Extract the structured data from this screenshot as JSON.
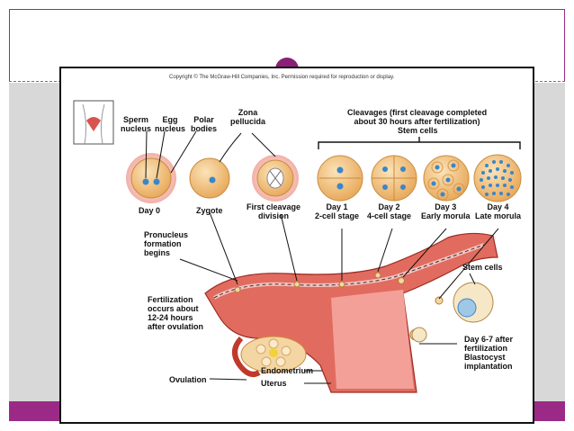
{
  "copyright": "Copyright © The McGraw-Hill Companies, Inc. Permission required for reproduction or display.",
  "labels": {
    "sperm_nucleus": [
      "Sperm",
      "nucleus"
    ],
    "egg_nucleus": [
      "Egg",
      "nucleus"
    ],
    "polar_bodies": [
      "Polar",
      "bodies"
    ],
    "zona_pellucida": [
      "Zona",
      "pellucida"
    ],
    "cleavages_header": [
      "Cleavages (first cleavage completed",
      "about 30 hours after fertilization)"
    ],
    "stem_cells_top": "Stem cells",
    "day0": "Day 0",
    "zygote": "Zygote",
    "first_cleavage": [
      "First cleavage",
      "division"
    ],
    "day1": [
      "Day 1",
      "2-cell stage"
    ],
    "day2": [
      "Day 2",
      "4-cell stage"
    ],
    "day3": [
      "Day 3",
      "Early morula"
    ],
    "day4": [
      "Day 4",
      "Late morula"
    ],
    "pronucleus": [
      "Pronucleus",
      "formation",
      "begins"
    ],
    "fertilization": [
      "Fertilization",
      "occurs about",
      "12-24 hours",
      "after ovulation"
    ],
    "stem_cells_right": "Stem cells",
    "day67": [
      "Day 6-7 after",
      "fertilization",
      "Blastocyst",
      "implantation"
    ],
    "ovulation": "Ovulation",
    "endometrium": "Endometrium",
    "uterus": "Uterus"
  },
  "colors": {
    "accent": "#9b2a86",
    "cell": "#f3c98a",
    "nucleus": "#3a86c8",
    "tissue": "#c0392b"
  }
}
